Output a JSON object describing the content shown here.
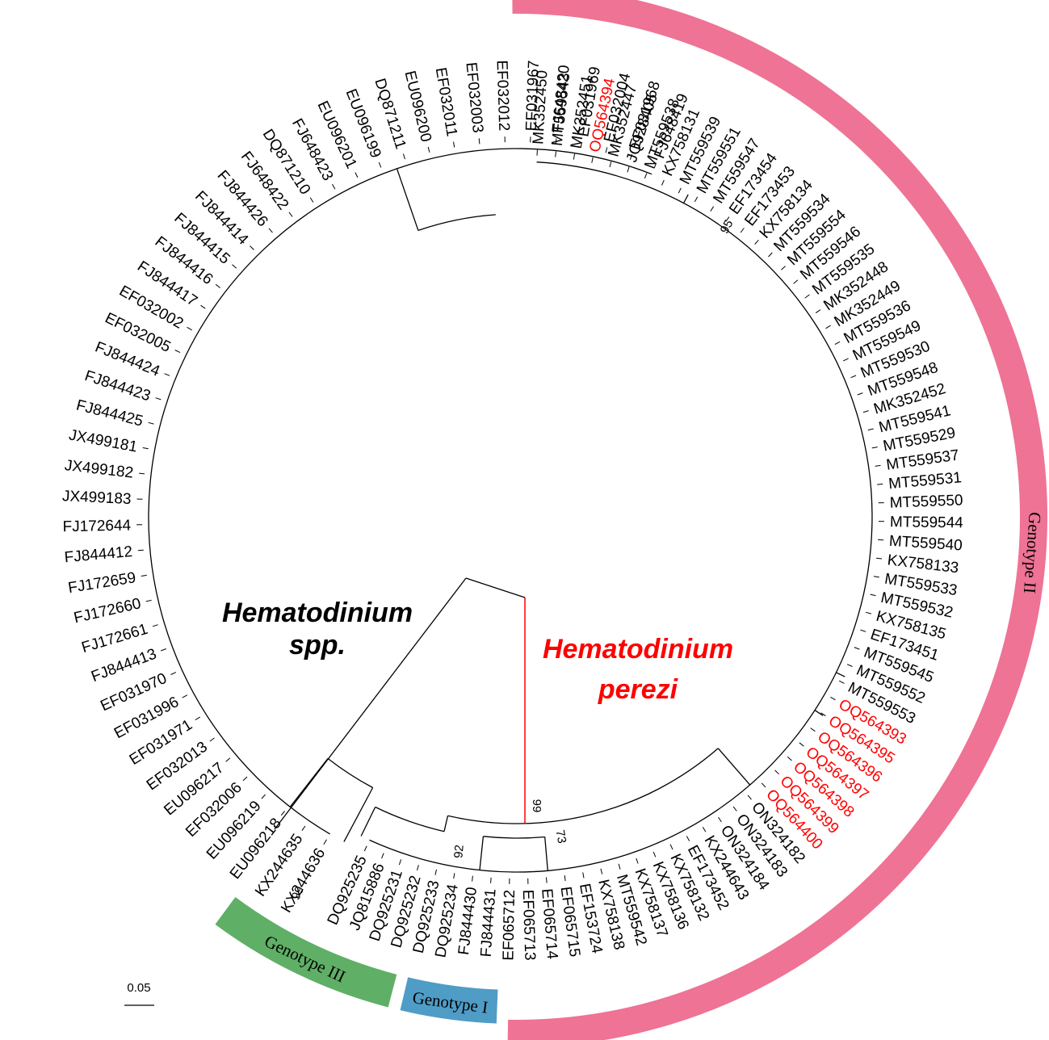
{
  "titles": {
    "spp_line1": "Hematodinium",
    "spp_line2": "spp.",
    "perezi_line1": "Hematodinium",
    "perezi_line2": "perezi"
  },
  "colors": {
    "highlight": "#ff0000",
    "branch": "#000000",
    "genotype_II": "#ee7394",
    "genotype_I": "#4f9cc6",
    "genotype_III": "#5faf66"
  },
  "bands": [
    {
      "label": "Genotype II",
      "color": "#ee7394"
    },
    {
      "label": "Genotype I",
      "color": "#4f9cc6"
    },
    {
      "label": "Genotype III",
      "color": "#5faf66"
    }
  ],
  "bootstrap": [
    "95",
    "99",
    "73",
    "92",
    "99"
  ],
  "scale_bar": "0.05",
  "perezi_leaves": [
    {
      "t": "MK352450",
      "r": false
    },
    {
      "t": "MT559543",
      "r": false
    },
    {
      "t": "MK352451",
      "r": false
    },
    {
      "t": "OQ564394",
      "r": true
    },
    {
      "t": "MK352447",
      "r": false
    },
    {
      "t": "JQ928405",
      "r": false
    },
    {
      "t": "MT559538",
      "r": false
    },
    {
      "t": "KX758131",
      "r": false
    },
    {
      "t": "MT559539",
      "r": false
    },
    {
      "t": "MT559551",
      "r": false
    },
    {
      "t": "MT559547",
      "r": false
    },
    {
      "t": "EF173454",
      "r": false
    },
    {
      "t": "EF173453",
      "r": false
    },
    {
      "t": "KX758134",
      "r": false
    },
    {
      "t": "MT559534",
      "r": false
    },
    {
      "t": "MT559554",
      "r": false
    },
    {
      "t": "MT559546",
      "r": false
    },
    {
      "t": "MT559535",
      "r": false
    },
    {
      "t": "MK352448",
      "r": false
    },
    {
      "t": "MK352449",
      "r": false
    },
    {
      "t": "MT559536",
      "r": false
    },
    {
      "t": "MT559549",
      "r": false
    },
    {
      "t": "MT559530",
      "r": false
    },
    {
      "t": "MT559548",
      "r": false
    },
    {
      "t": "MK352452",
      "r": false
    },
    {
      "t": "MT559541",
      "r": false
    },
    {
      "t": "MT559529",
      "r": false
    },
    {
      "t": "MT559537",
      "r": false
    },
    {
      "t": "MT559531",
      "r": false
    },
    {
      "t": "MT559550",
      "r": false
    },
    {
      "t": "MT559544",
      "r": false
    },
    {
      "t": "MT559540",
      "r": false
    },
    {
      "t": "KX758133",
      "r": false
    },
    {
      "t": "MT559533",
      "r": false
    },
    {
      "t": "MT559532",
      "r": false
    },
    {
      "t": "KX758135",
      "r": false
    },
    {
      "t": "EF173451",
      "r": false
    },
    {
      "t": "MT559545",
      "r": false
    },
    {
      "t": "MT559552",
      "r": false
    },
    {
      "t": "MT559553",
      "r": false
    },
    {
      "t": "OQ564393",
      "r": true
    },
    {
      "t": "OQ564395",
      "r": true
    },
    {
      "t": "OQ564396",
      "r": true
    },
    {
      "t": "OQ564397",
      "r": true
    },
    {
      "t": "OQ564398",
      "r": true
    },
    {
      "t": "OQ564399",
      "r": true
    },
    {
      "t": "OQ564400",
      "r": true
    },
    {
      "t": "ON324182",
      "r": false
    },
    {
      "t": "ON324183",
      "r": false
    },
    {
      "t": "ON324184",
      "r": false
    },
    {
      "t": "KX244643",
      "r": false
    },
    {
      "t": "EF173452",
      "r": false
    },
    {
      "t": "KX758132",
      "r": false
    },
    {
      "t": "KX758136",
      "r": false
    },
    {
      "t": "KX758137",
      "r": false
    },
    {
      "t": "MT559542",
      "r": false
    },
    {
      "t": "KX758138",
      "r": false
    },
    {
      "t": "EF153724",
      "r": false
    },
    {
      "t": "EF065715",
      "r": false
    },
    {
      "t": "EF065714",
      "r": false
    },
    {
      "t": "EF065713",
      "r": false
    },
    {
      "t": "EF065712",
      "r": false
    },
    {
      "t": "FJ844431",
      "r": false
    },
    {
      "t": "FJ844430",
      "r": false
    },
    {
      "t": "DQ925234",
      "r": false
    },
    {
      "t": "DQ925233",
      "r": false
    },
    {
      "t": "DQ925232",
      "r": false
    },
    {
      "t": "DQ925231",
      "r": false
    },
    {
      "t": "JQ815886",
      "r": false
    },
    {
      "t": "DQ925235",
      "r": false
    }
  ],
  "spp_leaves": [
    "KX244636",
    "KX244635",
    "EU096218",
    "EU096219",
    "EF032006",
    "EU096217",
    "EF032013",
    "EF031971",
    "EF031996",
    "EF031970",
    "FJ844413",
    "FJ172661",
    "FJ172660",
    "FJ172659",
    "FJ844412",
    "FJ172644",
    "JX499183",
    "JX499182",
    "JX499181",
    "FJ844425",
    "FJ844423",
    "FJ844424",
    "EF032005",
    "EF032002",
    "FJ844417",
    "FJ844416",
    "FJ844415",
    "FJ844414",
    "FJ844426",
    "FJ648422",
    "DQ871210",
    "FJ648423",
    "EU096201",
    "EU096199",
    "DQ871211",
    "EU096200",
    "EF032011",
    "EF032003",
    "EF032012",
    "EF031967",
    "FJ648420",
    "EF031969",
    "EF032004",
    "EF031968",
    "FJ648419"
  ]
}
